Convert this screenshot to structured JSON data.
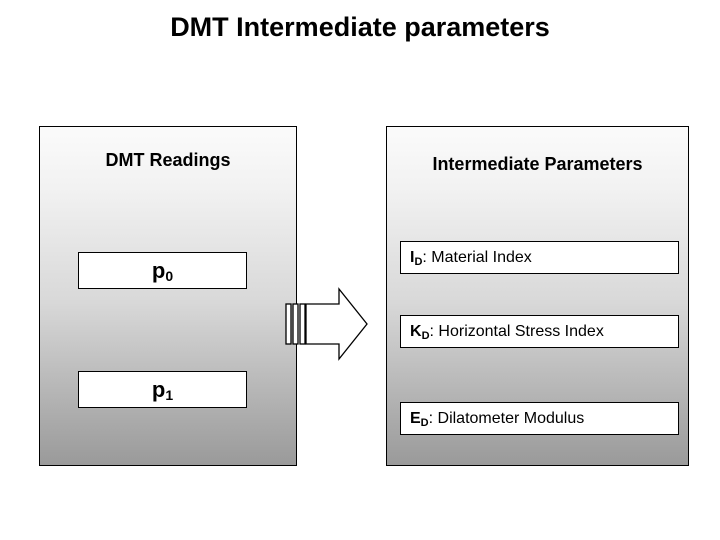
{
  "slide": {
    "title": "DMT Intermediate parameters",
    "background_color": "#ffffff"
  },
  "panels": {
    "left": {
      "heading": "DMT Readings",
      "gradient_top_color": "#fbfbfb",
      "gradient_bottom_color": "#9a9a9a",
      "items": [
        {
          "symbol": "p",
          "subscript": "0"
        },
        {
          "symbol": "p",
          "subscript": "1"
        }
      ]
    },
    "right": {
      "heading": "Intermediate Parameters",
      "gradient_top_color": "#fbfbfb",
      "gradient_bottom_color": "#9a9a9a",
      "items": [
        {
          "symbol": "I",
          "subscript": "D",
          "description": ": Material Index"
        },
        {
          "symbol": "K",
          "subscript": "D",
          "description": ": Horizontal Stress Index"
        },
        {
          "symbol": "E",
          "subscript": "D",
          "description": ": Dilatometer Modulus"
        }
      ]
    }
  },
  "arrow": {
    "direction": "right",
    "fill_color": "#ffffff",
    "stroke_color": "#000000"
  }
}
